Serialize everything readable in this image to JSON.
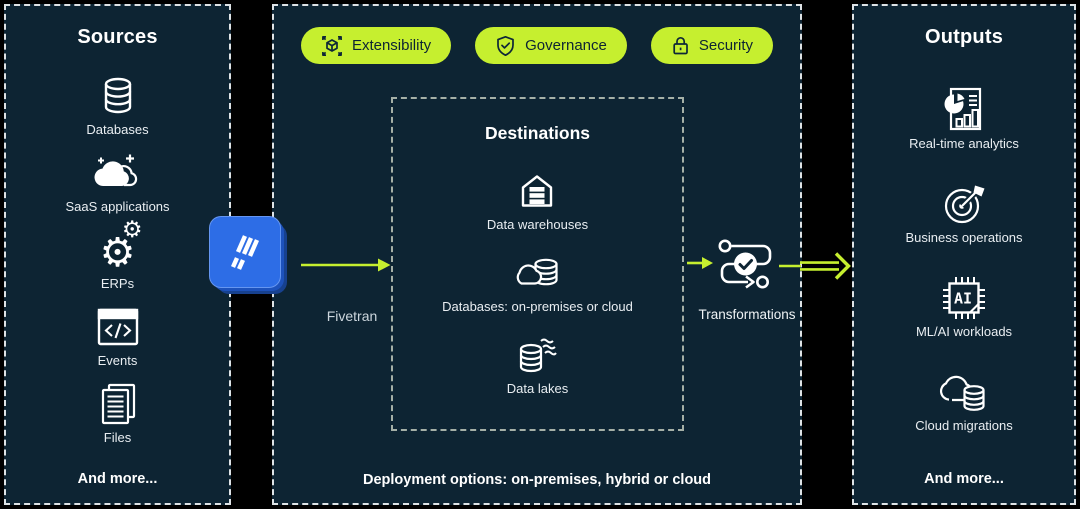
{
  "colors": {
    "canvas_bg": "#000000",
    "panel_bg": "#0d2433",
    "accent_lime": "#c6ef2f",
    "logo_blue": "#2d6de6",
    "logo_blue_dark": "#1d52bc",
    "text_primary": "#ffffff",
    "text_secondary": "#e9eef2"
  },
  "sources": {
    "title": "Sources",
    "items": [
      {
        "label": "Databases",
        "icon": "database-icon"
      },
      {
        "label": "SaaS applications",
        "icon": "saas-cloud-icon"
      },
      {
        "label": "ERPs",
        "icon": "gears-icon"
      },
      {
        "label": "Events",
        "icon": "code-window-icon"
      },
      {
        "label": "Files",
        "icon": "documents-icon"
      }
    ],
    "footer": "And more..."
  },
  "platform": {
    "badges": [
      {
        "label": "Extensibility",
        "icon": "cube-expand-icon"
      },
      {
        "label": "Governance",
        "icon": "shield-check-icon"
      },
      {
        "label": "Security",
        "icon": "lock-icon"
      }
    ],
    "fivetran_label": "Fivetran",
    "destinations": {
      "title": "Destinations",
      "items": [
        {
          "label": "Data warehouses",
          "icon": "warehouse-icon"
        },
        {
          "label": "Databases: on-premises or cloud",
          "icon": "cloud-database-icon"
        },
        {
          "label": "Data lakes",
          "icon": "data-lake-icon"
        }
      ]
    },
    "transformations_label": "Transformations",
    "footer": "Deployment options: on-premises, hybrid or cloud"
  },
  "outputs": {
    "title": "Outputs",
    "items": [
      {
        "label": "Real-time analytics",
        "icon": "analytics-report-icon"
      },
      {
        "label": "Business operations",
        "icon": "target-dart-icon"
      },
      {
        "label": "ML/AI workloads",
        "icon": "ai-chip-icon"
      },
      {
        "label": "Cloud migrations",
        "icon": "cloud-migration-icon"
      }
    ],
    "footer": "And more..."
  }
}
